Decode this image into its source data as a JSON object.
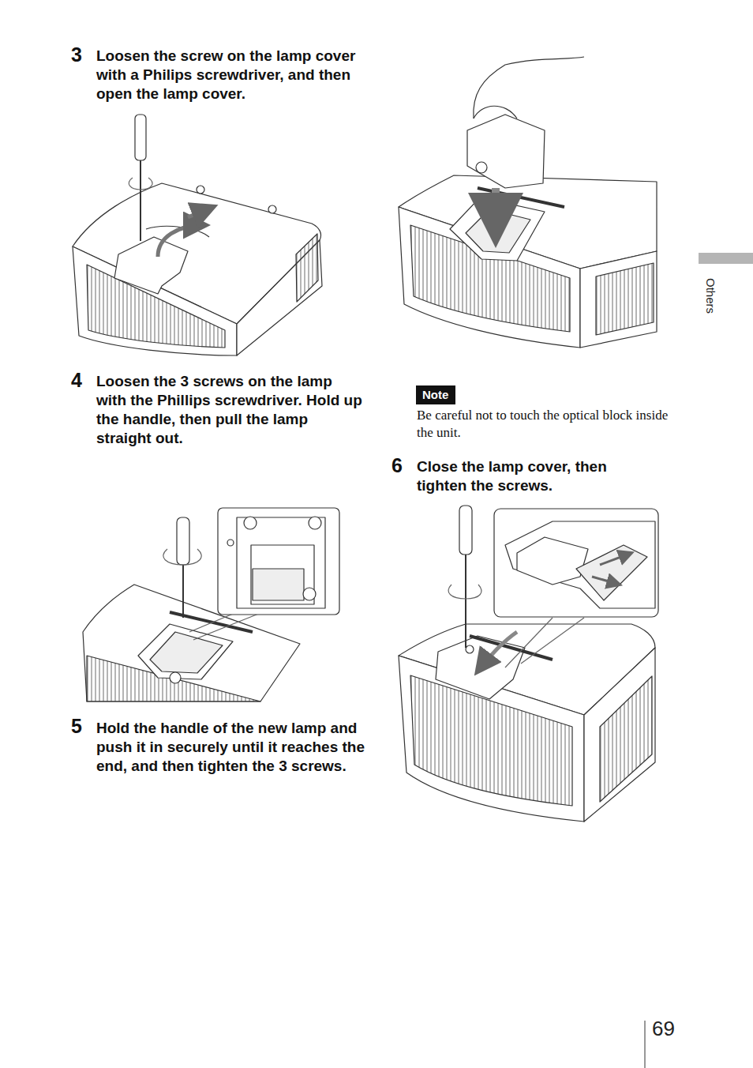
{
  "diagram": {
    "nodes": [
      {
        "text": [
          "Note"
        ]
      }
    ],
    "labels": [
      "3",
      "Loosen the screw on the lamp cover with a Philips screwdriver, and then open the lamp cover.",
      "4",
      "Loosen the 3 screws on the lamp with the Phillips screwdriver. Hold up the handle, then pull the lamp straight out.",
      "5",
      "Hold the handle of the new lamp and push it in securely until it reaches the end, and then tighten the 3 screws.",
      "Be careful not to touch the optical block inside the unit.",
      "6",
      "Close the lamp cover, then tighten the screws.",
      "Others",
      "69"
    ]
  }
}
